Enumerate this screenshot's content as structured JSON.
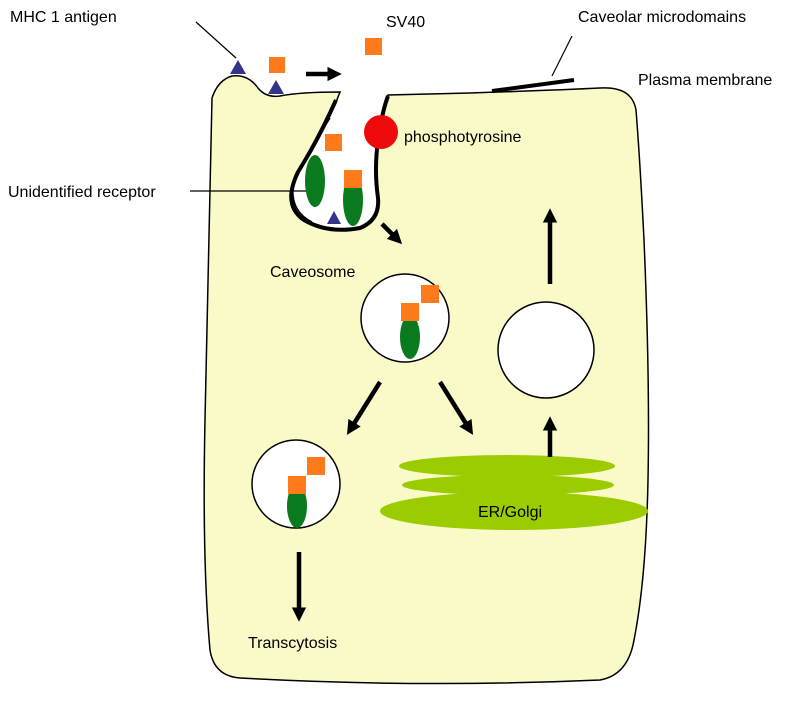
{
  "labels": {
    "mhc_antigen": "MHC 1 antigen",
    "sv40": "SV40",
    "caveolar_microdomains": "Caveolar microdomains",
    "plasma_membrane": "Plasma membrane",
    "phosphotyrosine": "phosphotyrosine",
    "unidentified_receptor": "Unidentified receptor",
    "caveosome": "Caveosome",
    "er_golgi": "ER/Golgi",
    "transcytosis": "Transcytosis"
  },
  "colors": {
    "cell_fill": "#fafac8",
    "membrane": "#000000",
    "sv40_square": "#ff7a1a",
    "mhc_triangle": "#33338c",
    "receptor": "#0a7a1e",
    "phosphotyrosine": "#ee0a0a",
    "er_golgi": "#9acc00",
    "vesicle_fill": "#ffffff",
    "arrow": "#000000"
  }
}
